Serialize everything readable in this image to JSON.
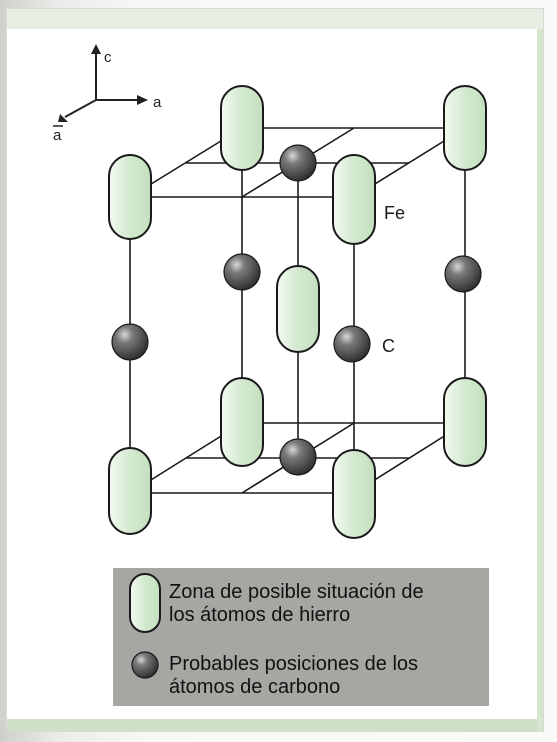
{
  "axes": {
    "c": "c",
    "a": "a",
    "a_bar": "a"
  },
  "labels": {
    "fe": "Fe",
    "c": "C"
  },
  "legend": {
    "iron_line1": "Zona de posible situación de",
    "iron_line2": "los átomos de hierro",
    "carbon_line1": "Probables posiciones de los",
    "carbon_line2": "átomos de carbono"
  },
  "colors": {
    "iron_fill": "#d3e9cf",
    "carbon_fill": "#555555",
    "line": "#1a1a1a",
    "legend_bg": "#a6a7a3"
  }
}
